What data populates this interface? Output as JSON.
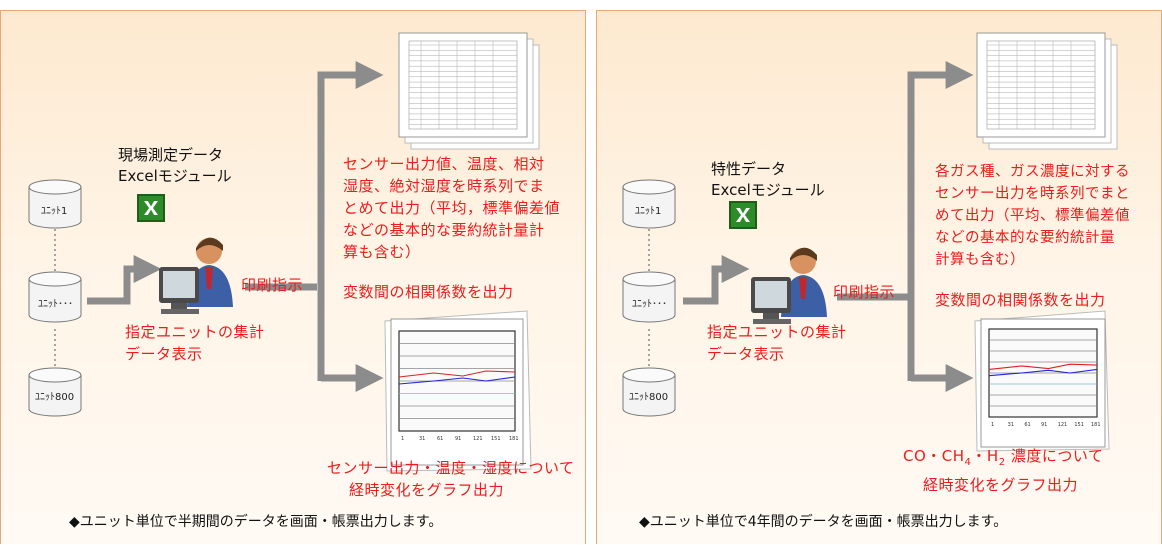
{
  "panels": [
    {
      "excel_title_line1": "現場測定データ",
      "excel_title_line2": "Excelモジュール",
      "units": [
        "ﾕﾆｯﾄ1",
        "ﾕﾆｯﾄ･･･",
        "ﾕﾆｯﾄ800"
      ],
      "print_label": "印刷指示",
      "unit_display_line1": "指定ユニットの集計",
      "unit_display_line2": "データ表示",
      "output_desc": [
        "センサー出力値、温度、相対",
        "湿度、絶対湿度を時系列でま",
        "とめて出力（平均，標準偏差値",
        "などの基本的な要約統計量計",
        "算も含む）"
      ],
      "correlation": "変数間の相関係数を出力",
      "graph_desc_line1": "センサー出力・温度・湿度について",
      "graph_desc_line2": "経時変化をグラフ出力",
      "axis_ticks": [
        "1",
        "31",
        "61",
        "91",
        "121",
        "151",
        "181"
      ],
      "caption": "◆ユニット単位で半期間のデータを画面・帳票出力します。"
    },
    {
      "excel_title_line1": "特性データ",
      "excel_title_line2": "Excelモジュール",
      "units": [
        "ﾕﾆｯﾄ1",
        "ﾕﾆｯﾄ･･･",
        "ﾕﾆｯﾄ800"
      ],
      "print_label": "印刷指示",
      "unit_display_line1": "指定ユニットの集計",
      "unit_display_line2": "データ表示",
      "output_desc": [
        "各ガス種、ガス濃度に対する",
        "センサー出力を時系列でまと",
        "めて出力（平均、標準偏差値",
        "などの基本的な要約統計量",
        "計算も含む）"
      ],
      "correlation": "変数間の相関係数を出力",
      "graph_desc_line1_a": "CO・CH",
      "graph_desc_sub1": "4",
      "graph_desc_line1_b": "・H",
      "graph_desc_sub2": "2",
      "graph_desc_line1_c": " 濃度について",
      "graph_desc_line2": "経時変化をグラフ出力",
      "axis_ticks": [
        "1",
        "31",
        "61",
        "91",
        "121",
        "151",
        "181"
      ],
      "caption": "◆ユニット単位で4年間のデータを画面・帳票出力します。"
    }
  ],
  "colors": {
    "accent_red": "#ee1c1c",
    "arrow_gray": "#8c8c8c",
    "panel_border": "#e8a878",
    "excel_green": "#2d8b2a"
  }
}
